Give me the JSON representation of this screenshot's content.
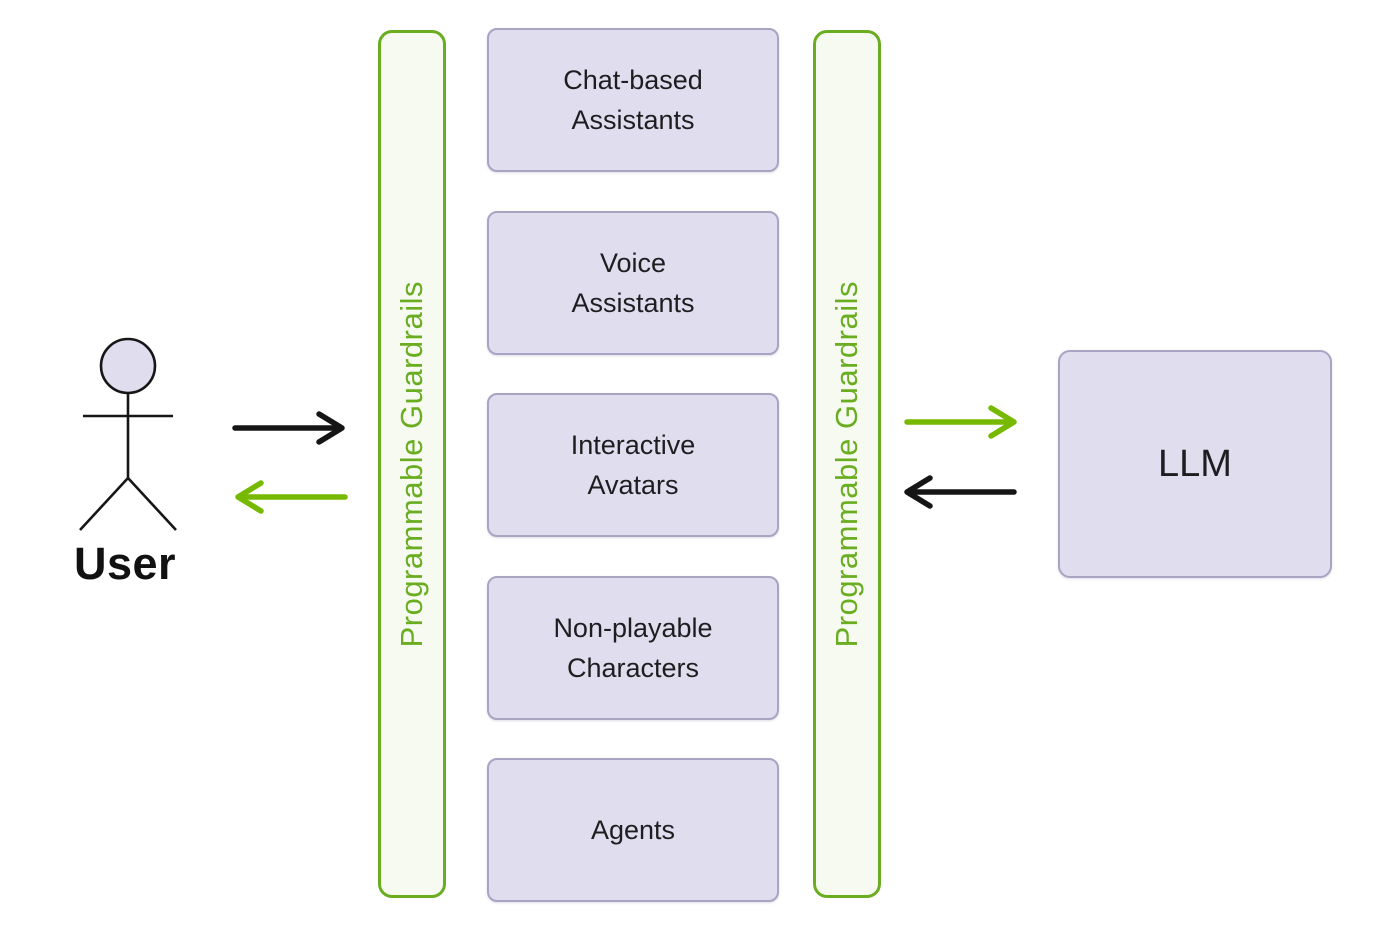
{
  "colors": {
    "guardrail_green": "#6aad21",
    "arrow_green": "#76b900",
    "arrow_black": "#151515",
    "bar_fill": "#f6faf0",
    "box_fill": "#dfddee",
    "box_border": "#a8a5c3"
  },
  "user": {
    "label": "User"
  },
  "left_guardrail": {
    "label": "Programmable Guardrails"
  },
  "right_guardrail": {
    "label": "Programmable Guardrails"
  },
  "applications": {
    "items": [
      {
        "label": "Chat-based\nAssistants"
      },
      {
        "label": "Voice\nAssistants"
      },
      {
        "label": "Interactive\nAvatars"
      },
      {
        "label": "Non-playable\nCharacters"
      },
      {
        "label": "Agents"
      }
    ]
  },
  "llm": {
    "label": "LLM"
  },
  "arrows": {
    "user_to_guardrails": {
      "direction": "right",
      "color": "#151515"
    },
    "guardrails_to_user": {
      "direction": "left",
      "color": "#76b900"
    },
    "guardrails_to_llm": {
      "direction": "right",
      "color": "#76b900"
    },
    "llm_to_guardrails": {
      "direction": "left",
      "color": "#151515"
    }
  }
}
